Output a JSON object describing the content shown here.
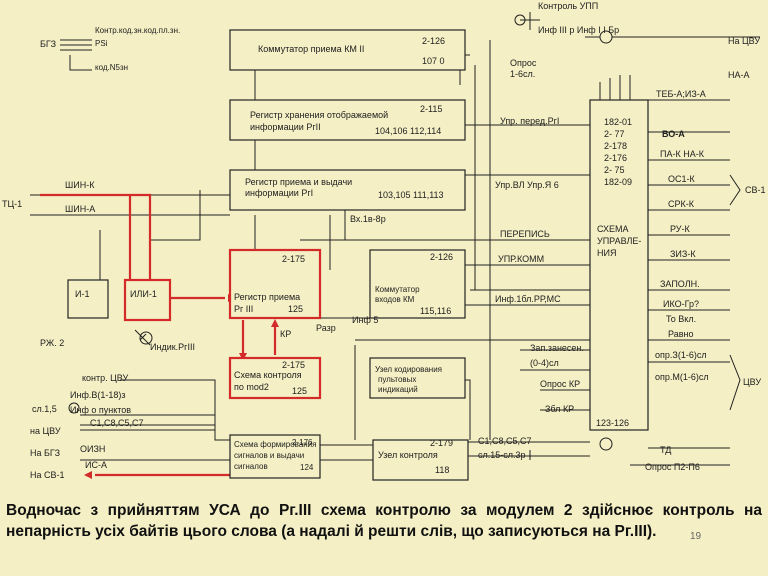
{
  "blocks": {
    "kommutator": {
      "title": "Коммутатор приема КМ II",
      "id": "2-126",
      "code": "107 0"
    },
    "register_store": {
      "title1": "Регистр хранения отображаемой",
      "title2": "информации РгII",
      "id": "2-115",
      "code": "104,106 112,114"
    },
    "register_io": {
      "title1": "Регистр приема и выдачи",
      "title2": "информации РгI",
      "id": "",
      "code": "103,105 111,113"
    },
    "ili": {
      "title": "ИЛИ-1"
    },
    "i1": {
      "title": "И-1"
    },
    "reg_pr3": {
      "title1": "Регистр приема",
      "title2": "Рг III",
      "id": "2-175",
      "code": "125"
    },
    "schema_mod2": {
      "title1": "Схема контроля",
      "title2": "по mod2",
      "id": "2-175",
      "code": "125"
    },
    "kommutator_km": {
      "title1": "Коммутатор",
      "title2": "входов КМ",
      "id": "2-126",
      "code": "115,116"
    },
    "uzel_kod": {
      "title1": "Узел кодирования",
      "title2": "пультовых",
      "title3": "индикаций"
    },
    "schema_form": {
      "title1": "Схема формирования",
      "title2": "сигналов и выдачи",
      "title3": "сигналов",
      "id": "2-176",
      "code": "124"
    },
    "uzel_ctrl": {
      "title": "Узел контроля",
      "id": "2-179",
      "code": "118"
    },
    "uzel_upr": {
      "title1": "СХЕМА",
      "title2": "УПРАВЛЕ-",
      "title3": "НИЯ",
      "codes": [
        "182-01",
        "2- 77",
        "2-178",
        "2-176",
        "2- 75",
        "182-09"
      ],
      "bottom": "123-126"
    }
  },
  "labels": {
    "kontrol_upp": "Контроль УПП",
    "inf_top": "Инф III р Инф I I Бр",
    "na_cvu": "На ЦВУ",
    "opros": "Опрос",
    "opros2": "1-6сл.",
    "na_a": "НА-А",
    "tbe": "ТЕБ-А;ИЗ-А",
    "vo_a": "ВО-А",
    "pa_k": "ПА-К  НА-К",
    "os1": "ОС1-К",
    "srk": "СРК-К",
    "ru_k": "РУ-К",
    "ziz_k": "ЗИЗ-К",
    "zapolni": "ЗАПОЛН.",
    "iko": "ИКО-Гр?",
    "to_vkl": "То Вкл.",
    "ravno": "Равно",
    "opr1": "опр.З(1-6)сл",
    "opr2": "опр.М(1-6)сл",
    "svb": "СВ-1",
    "cvu": "ЦВУ",
    "td": "ТД",
    "opros_bot": "Опрос П2-П6",
    "bgz": "БГЗ",
    "kontr": "Контр.код.зн.код.пл.зн.",
    "psi": "РSi",
    "kod": "код.N5зн",
    "shin_k": "ШИН-К",
    "shin_a": "ШИН-А",
    "ts1": "ТЦ-1",
    "rzh": "РЖ.  2",
    "indik": "Индик.РгIII",
    "kr": "КР",
    "razr": "Разр",
    "inf5": "Инф 5",
    "upr_peredacha": "Упр. перед.РгI",
    "upr_vl": "Упр.ВЛ   Упр.Я    6",
    "vx": "Вх.1в-8р",
    "perepis": "ПЕРЕПИСЬ",
    "upr_komm": "УПР.КОММ",
    "inf_bit": "Инф.1бл.РР,МС",
    "zap_zanesti": "Зап.занесен.",
    "pl": "(0-4)сл",
    "opros_kr": "Опрос КР",
    "zbl": "Збл  КР",
    "s1": "С1,С8,С5,С7",
    "s2": "сл.15-сл.3р",
    "kontr_cvu": "контр. ЦВУ",
    "inf_b": "Инф.В(1-18)з",
    "inf_punct": "Инф о пунктов",
    "s1_list": "С1,С8,С5,С7",
    "sl3": "сл.1,5",
    "na_cvu2": "на  ЦВУ",
    "oizn": "ОИЗН",
    "ne_bgz": "На БГЗ",
    "is_a": "ИС-А",
    "ne_sv": "На СВ-1"
  },
  "caption": "Водночас з прийняттям УСА до Рг.III схема контролю за модулем 2 здійснює контроль на непарність усіх байтів цього слова (а надалі й решти слів, що записуються на Рг.III).",
  "slide_number": "19",
  "colors": {
    "highlight": "#d42a2a",
    "background": "#f4efc4",
    "vo_a_text": "#1a3a9a"
  }
}
